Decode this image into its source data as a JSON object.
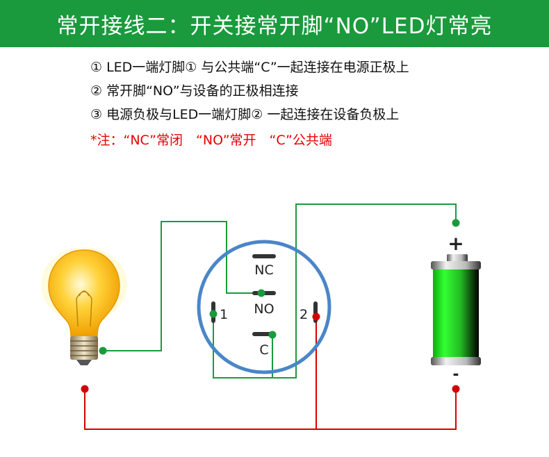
{
  "title": "常开接线二：开关接常开脚“NO”LED灯常亮",
  "instructions": [
    "① LED一端灯脚① 与公共端“C”一起连接在电源正极上",
    "② 常开脚“NO”与设备的正极相连接",
    "③ 电源负极与LED一端灯脚② 一起连接在设备负极上"
  ],
  "note": "*注：“NC”常闭　“NO”常开　“C”公共端",
  "switch_labels": {
    "nc": "NC",
    "no": "NO",
    "c": "C",
    "pin1": "1",
    "pin2": "2"
  },
  "battery_labels": {
    "plus": "+",
    "minus": "-"
  },
  "colors": {
    "header": "#1a9a3c",
    "wire_green": "#1a9a3c",
    "wire_red": "#d40000",
    "switch_ring": "#4a86c8",
    "battery": "#22dd22",
    "note": "#e60000"
  }
}
